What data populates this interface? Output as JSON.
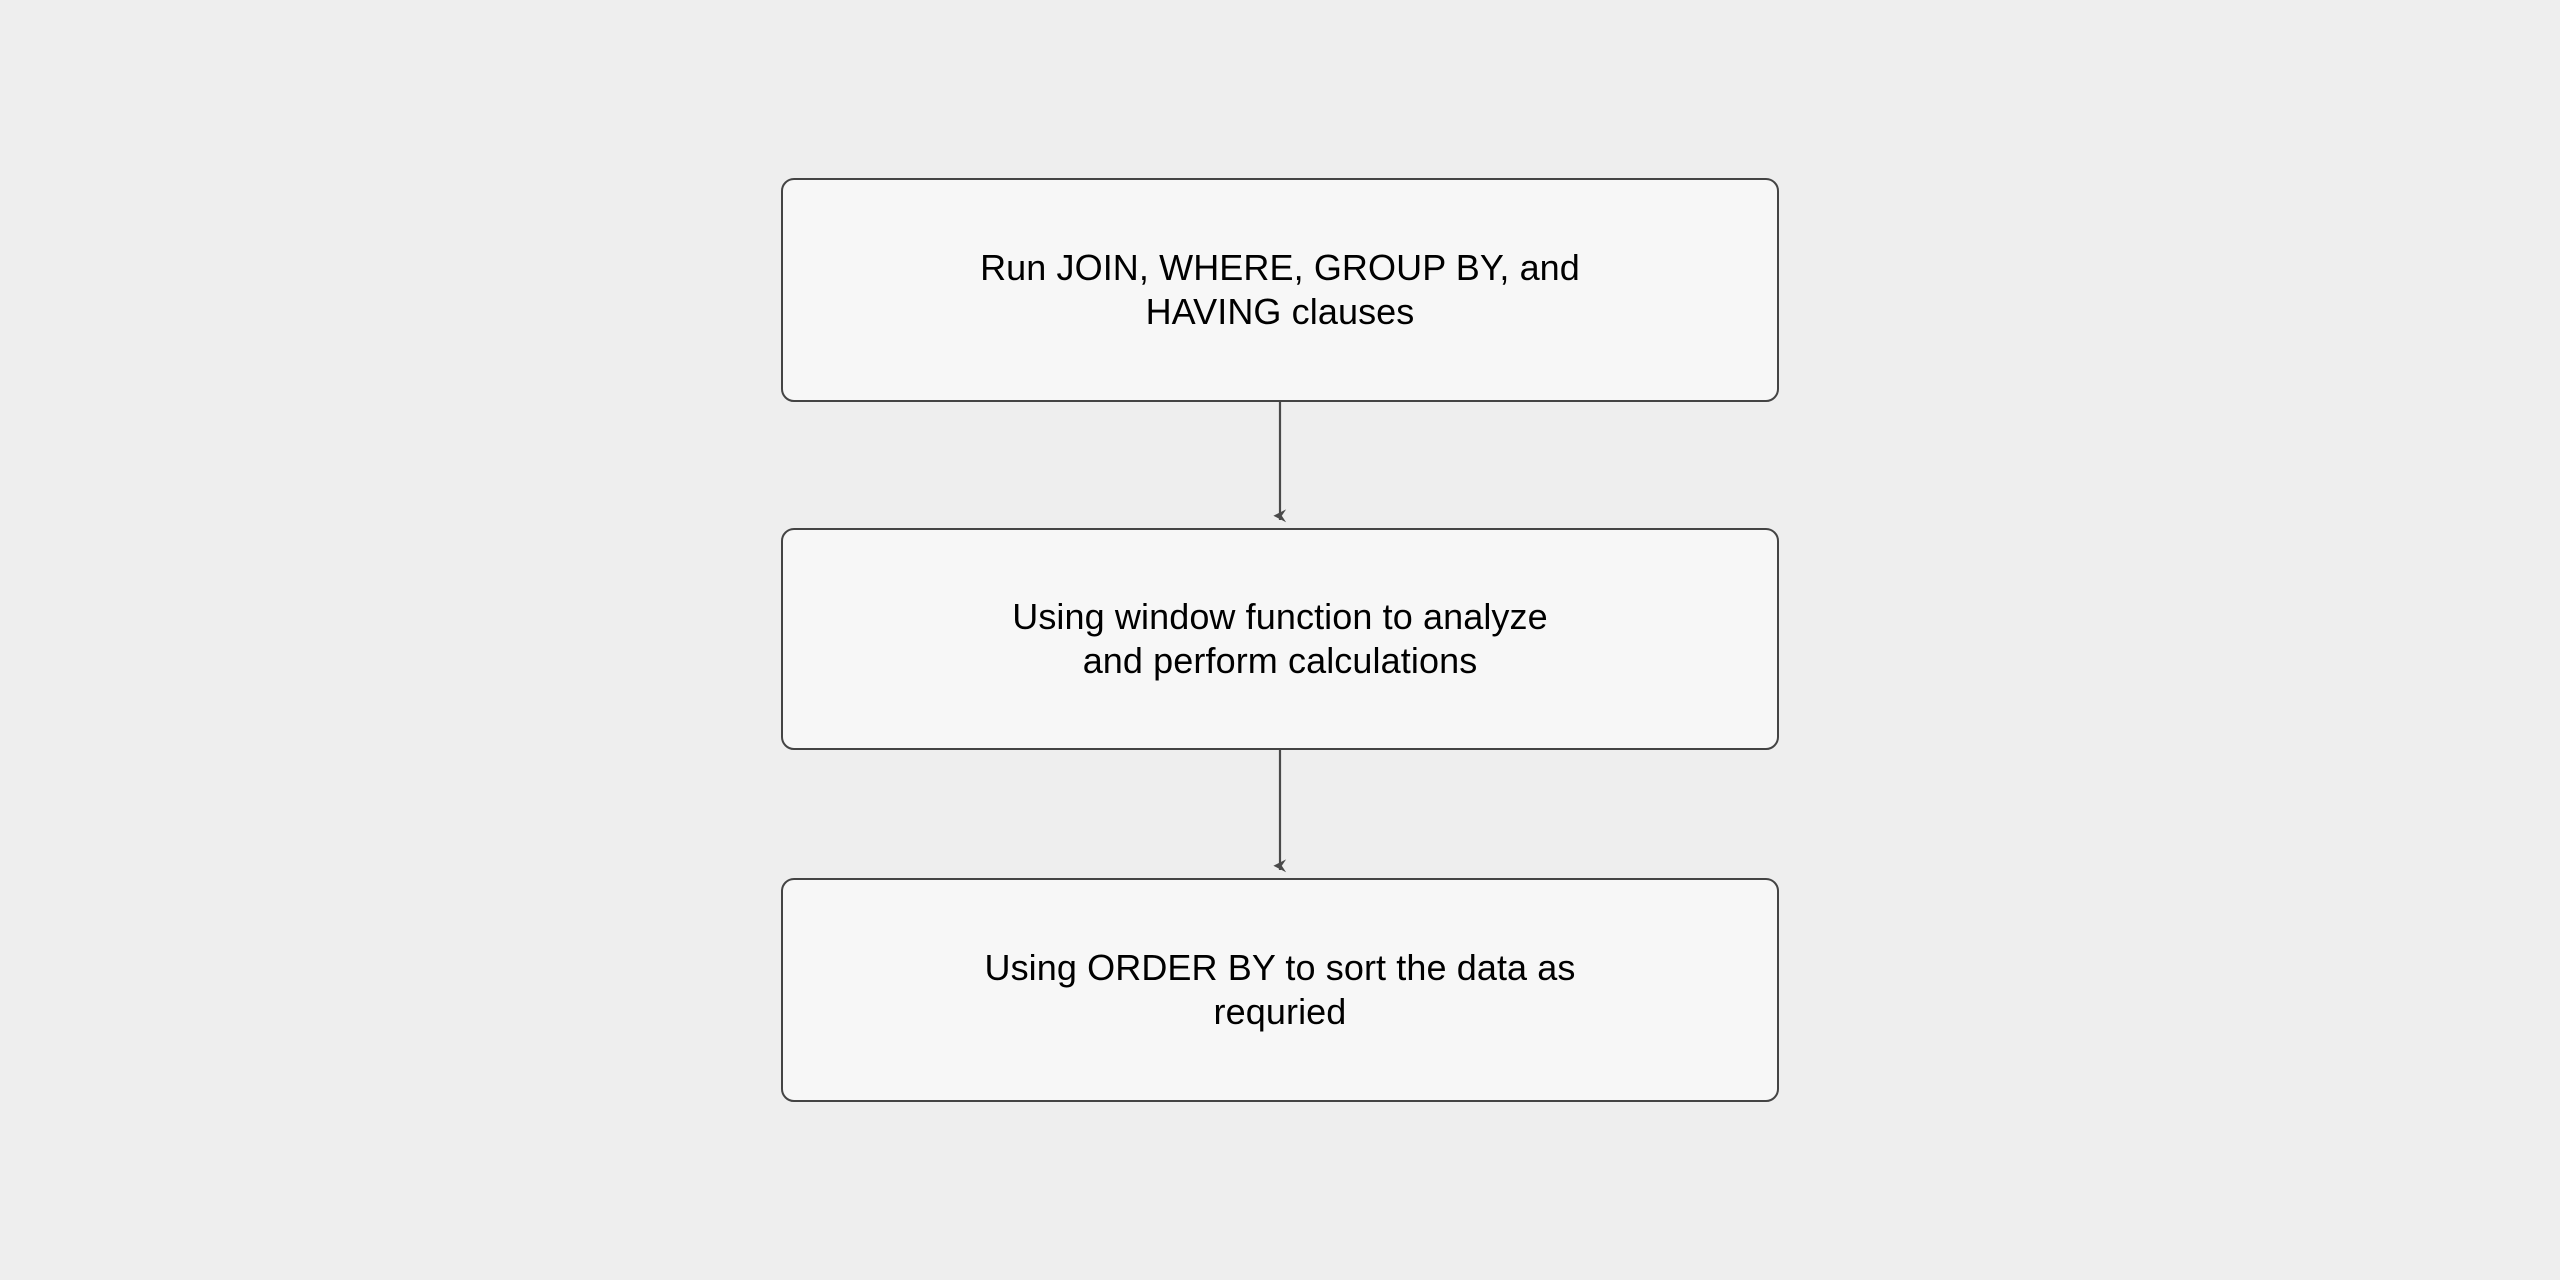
{
  "diagram": {
    "title": "SQL query execution order flowchart",
    "orientation": "top-to-bottom",
    "background_color": "#eeeeee",
    "node_fill_color": "#f7f7f7",
    "node_border_color": "#444444",
    "edge_color": "#4a4a4a",
    "text_color": "#000000",
    "nodes": [
      {
        "id": "node-1",
        "label": "Run JOIN, WHERE, GROUP BY, and\nHAVING clauses",
        "line1": "Run JOIN, WHERE, GROUP BY, and",
        "line2": "HAVING clauses"
      },
      {
        "id": "node-2",
        "label": "Using window function to analyze\nand perform calculations",
        "line1": "Using window function to analyze",
        "line2": "and perform calculations"
      },
      {
        "id": "node-3",
        "label": "Using ORDER BY to sort the data as\nrequried",
        "line1": "Using ORDER BY to sort the data as",
        "line2": "requried"
      }
    ],
    "edges": [
      {
        "id": "edge-1",
        "from": "node-1",
        "to": "node-2",
        "label": "",
        "arrowhead": "filled-notched-triangle"
      },
      {
        "id": "edge-2",
        "from": "node-2",
        "to": "node-3",
        "label": "",
        "arrowhead": "filled-notched-triangle"
      }
    ]
  }
}
